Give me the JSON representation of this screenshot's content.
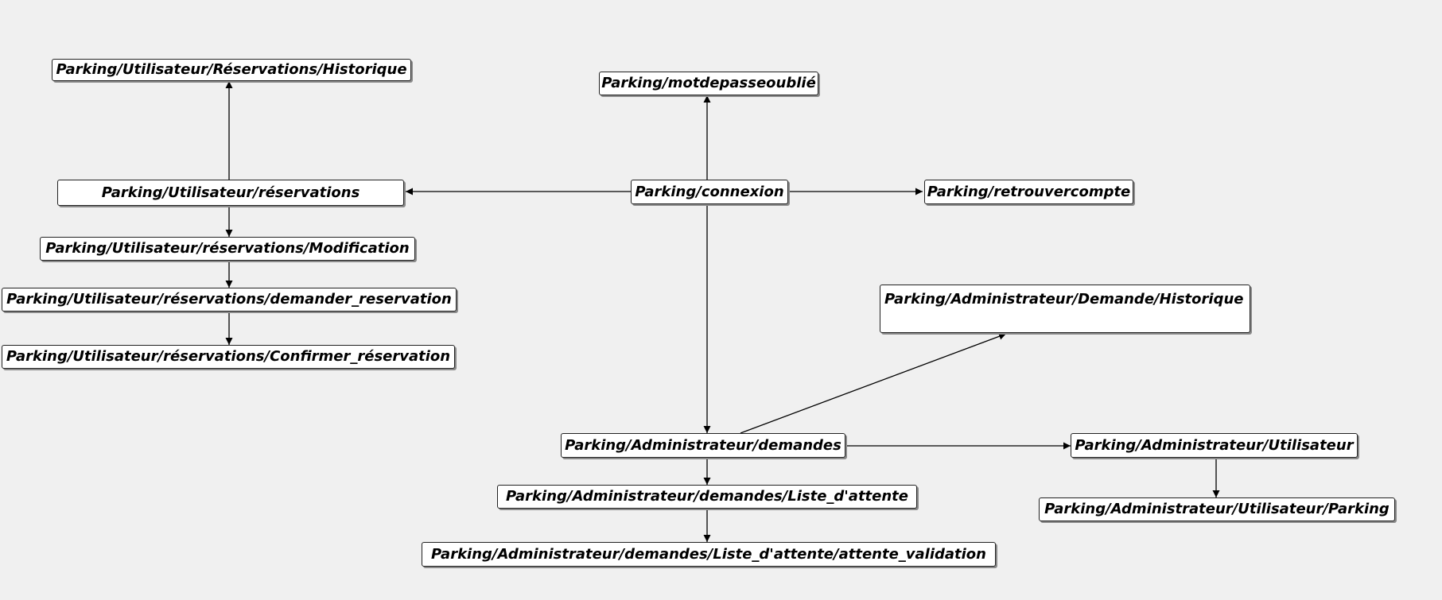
{
  "nodes": {
    "historique_reservations": "Parking/Utilisateur/Réservations/Historique",
    "mdp_oublie": "Parking/motdepasseoublié",
    "reservations": "Parking/Utilisateur/réservations",
    "connexion": "Parking/connexion",
    "retrouver_compte": "Parking/retrouvercompte",
    "modification": "Parking/Utilisateur/réservations/Modification",
    "demander_reservation": "Parking/Utilisateur/réservations/demander_reservation",
    "admin_demande_historique": "Parking/Administrateur/Demande/Historique",
    "confirmer_reservation": "Parking/Utilisateur/réservations/Confirmer_réservation",
    "admin_demandes": "Parking/Administrateur/demandes",
    "admin_utilisateur": "Parking/Administrateur/Utilisateur",
    "liste_attente": "Parking/Administrateur/demandes/Liste_d'attente",
    "admin_utilisateur_parking": "Parking/Administrateur/Utilisateur/Parking",
    "attente_validation": "Parking/Administrateur/demandes/Liste_d'attente/attente_validation"
  },
  "edges": [
    {
      "from": "reservations",
      "to": "historique_reservations"
    },
    {
      "from": "connexion",
      "to": "mdp_oublie"
    },
    {
      "from": "connexion",
      "to": "reservations"
    },
    {
      "from": "connexion",
      "to": "retrouver_compte"
    },
    {
      "from": "connexion",
      "to": "admin_demandes"
    },
    {
      "from": "reservations",
      "to": "modification"
    },
    {
      "from": "modification",
      "to": "demander_reservation"
    },
    {
      "from": "demander_reservation",
      "to": "confirmer_reservation"
    },
    {
      "from": "admin_demandes",
      "to": "admin_demande_historique"
    },
    {
      "from": "admin_demandes",
      "to": "admin_utilisateur"
    },
    {
      "from": "admin_demandes",
      "to": "liste_attente"
    },
    {
      "from": "liste_attente",
      "to": "attente_validation"
    },
    {
      "from": "admin_utilisateur",
      "to": "admin_utilisateur_parking"
    }
  ],
  "colors": {
    "background": "#f0f0f0",
    "node_fill": "#ffffff",
    "node_border": "#222222",
    "edge": "#000000"
  }
}
